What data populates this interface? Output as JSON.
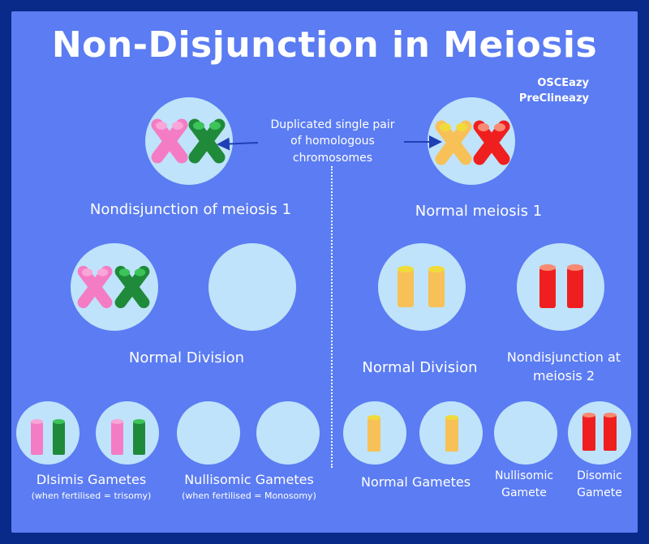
{
  "title": "Non-Disjunction in Meiosis",
  "brand": {
    "line1": "OSCEazy",
    "line2": "PreClineazy"
  },
  "center_note": {
    "line1": "Duplicated single pair",
    "line2": "of homologous",
    "line3": "chromosomes"
  },
  "left": {
    "heading": "Nondisjunction of meiosis 1",
    "division_label": "Normal Division",
    "gametes_disomic": {
      "label": "DIsimis Gametes",
      "sub": "(when fertilised = trisomy)"
    },
    "gametes_nullisomic": {
      "label": "Nullisomic Gametes",
      "sub": "(when fertilised = Monosomy)"
    }
  },
  "right": {
    "heading": "Normal meiosis 1",
    "division_label": "Normal Division",
    "nondisjunction_label": {
      "line1": "Nondisjunction at",
      "line2": "meiosis 2"
    },
    "gametes_normal": "Normal Gametes",
    "gamete_nullisomic": {
      "line1": "Nullisomic",
      "line2": "Gamete"
    },
    "gamete_disomic": {
      "line1": "Disomic",
      "line2": "Gamete"
    }
  },
  "colors": {
    "background": "#5b7cf2",
    "border": "#0a2a8a",
    "cell": "#bfe3fb",
    "pink": "#f47cc4",
    "green": "#1f8a3a",
    "yellow": "#f7c157",
    "red": "#f01f1f",
    "arrow": "#1f3fb5"
  }
}
